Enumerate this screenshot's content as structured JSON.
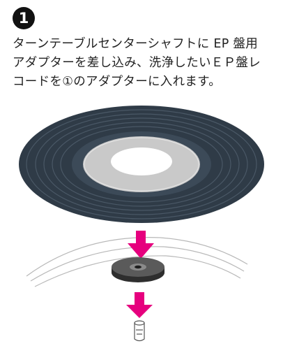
{
  "step": {
    "number": "1"
  },
  "instructions": {
    "lines": [
      "ターンテーブルセンターシャフトに EP 盤用",
      "アダプターを差し込み、洗浄したいＥＰ盤レ",
      "コードを①のアダプターに入れます。"
    ]
  },
  "illustration": {
    "icons": [
      "ep-record",
      "ep-adapter",
      "center-shaft",
      "insert-arrow-icon"
    ],
    "colors": {
      "record": "#2f3b47",
      "record_grooves": "#4a5866",
      "label": "#c9c9c9",
      "arrow": "#e6007e",
      "adapter": "#4a4a4a"
    }
  }
}
